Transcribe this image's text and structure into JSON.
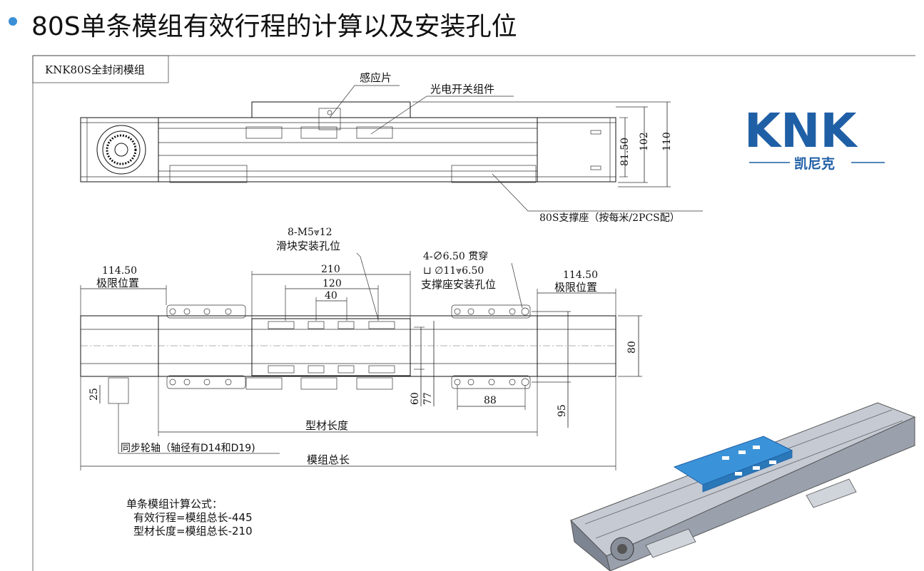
{
  "title": "80S单条模组有效行程的计算以及安装孔位",
  "box_label": "KNK80S全封闭模组",
  "logo": {
    "letters": "KNK",
    "cn": "凯尼克",
    "colors": {
      "k": "#1f5fa6",
      "n": "#e8571f"
    }
  },
  "top_view": {
    "sensor_plate": "感应片",
    "photo_switch": "光电开关组件",
    "support_seat": "80S支撑座（按每米/2PCS配）",
    "dims": [
      "81.50",
      "102",
      "110"
    ]
  },
  "bottom_view": {
    "slider_holes_spec": "8-M5⩔12",
    "slider_holes_label": "滑块安装孔位",
    "through_hole": "4-∅6.50 贯穿",
    "counterbore": "⊔  ∅11⩔6.50",
    "support_holes_label": "支撑座安装孔位",
    "limit_left_value": "114.50",
    "limit_left_label": "极限位置",
    "limit_right_value": "114.50",
    "limit_right_label": "极限位置",
    "dim_210": "210",
    "dim_120": "120",
    "dim_40": "40",
    "dim_80": "80",
    "dim_60": "60",
    "dim_77": "77",
    "dim_88": "88",
    "dim_95": "95",
    "dim_25": "25",
    "profile_length": "型材长度",
    "shaft": "同步轮轴（轴径有D14和D19)",
    "module_length": "模组总长"
  },
  "formula": {
    "heading": "单条模组计算公式：",
    "line1": "有效行程=模组总长-445",
    "line2": "型材长度=模组总长-210"
  },
  "colors": {
    "bullet": "#3b8fd6",
    "slider_blue": "#3a93d8",
    "body_grey": "#b9bfc9"
  }
}
